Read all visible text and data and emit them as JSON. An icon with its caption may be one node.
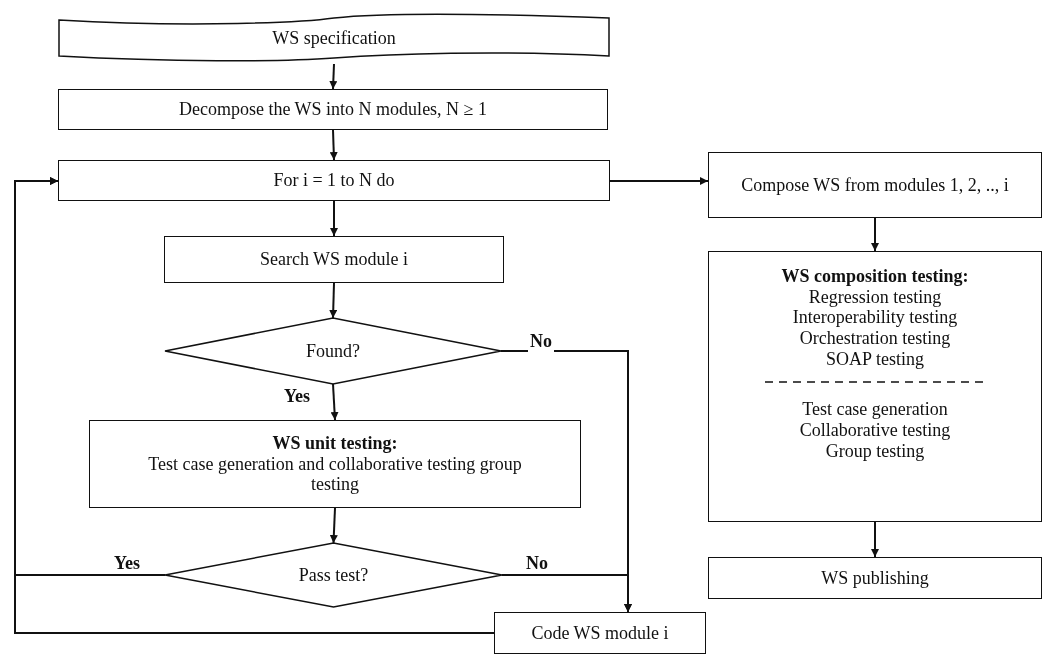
{
  "diagram": {
    "nodes": [
      {
        "text": [
          "WS specification"
        ]
      },
      {
        "text": [
          "Decompose the WS into N modules, N ≥ 1"
        ]
      },
      {
        "text": [
          "For i = 1 to N do"
        ]
      },
      {
        "text": [
          "Search WS module i"
        ]
      },
      {
        "text": [
          "Found?"
        ]
      },
      {
        "text": [
          "WS unit testing:",
          "Test case generation and collaborative testing group testing"
        ]
      },
      {
        "text": [
          "Pass test?"
        ]
      },
      {
        "text": [
          "Code WS module i"
        ]
      },
      {
        "text": [
          "Compose WS from modules 1, 2, .., i"
        ]
      },
      {
        "text": [
          "WS composition testing:",
          "Regression testing",
          "Interoperability testing",
          "Orchestration testing",
          "SOAP testing",
          "Test case generation",
          "Collaborative testing",
          "Group testing"
        ]
      },
      {
        "text": [
          "WS publishing"
        ]
      }
    ],
    "edges": [
      {
        "from": 0,
        "to": 1,
        "arrow": "to"
      },
      {
        "from": 1,
        "to": 2,
        "arrow": "to"
      },
      {
        "from": 2,
        "to": 8,
        "arrow": "to"
      },
      {
        "from": 2,
        "to": 3,
        "arrow": "to"
      },
      {
        "from": 3,
        "to": 4,
        "arrow": "to"
      },
      {
        "from": 4,
        "to": 5,
        "arrow": "to",
        "label": "Yes"
      },
      {
        "from": 4,
        "to": 7,
        "arrow": "to",
        "label": "No"
      },
      {
        "from": 5,
        "to": 6,
        "arrow": "to"
      },
      {
        "from": 6,
        "to": 2,
        "arrow": "to",
        "label": "Yes"
      },
      {
        "from": 6,
        "to": 7,
        "arrow": "to",
        "label": "No"
      },
      {
        "from": 7,
        "to": 2,
        "arrow": "to"
      },
      {
        "from": 8,
        "to": 9,
        "arrow": "to"
      },
      {
        "from": 9,
        "to": 10,
        "arrow": "to"
      }
    ]
  }
}
